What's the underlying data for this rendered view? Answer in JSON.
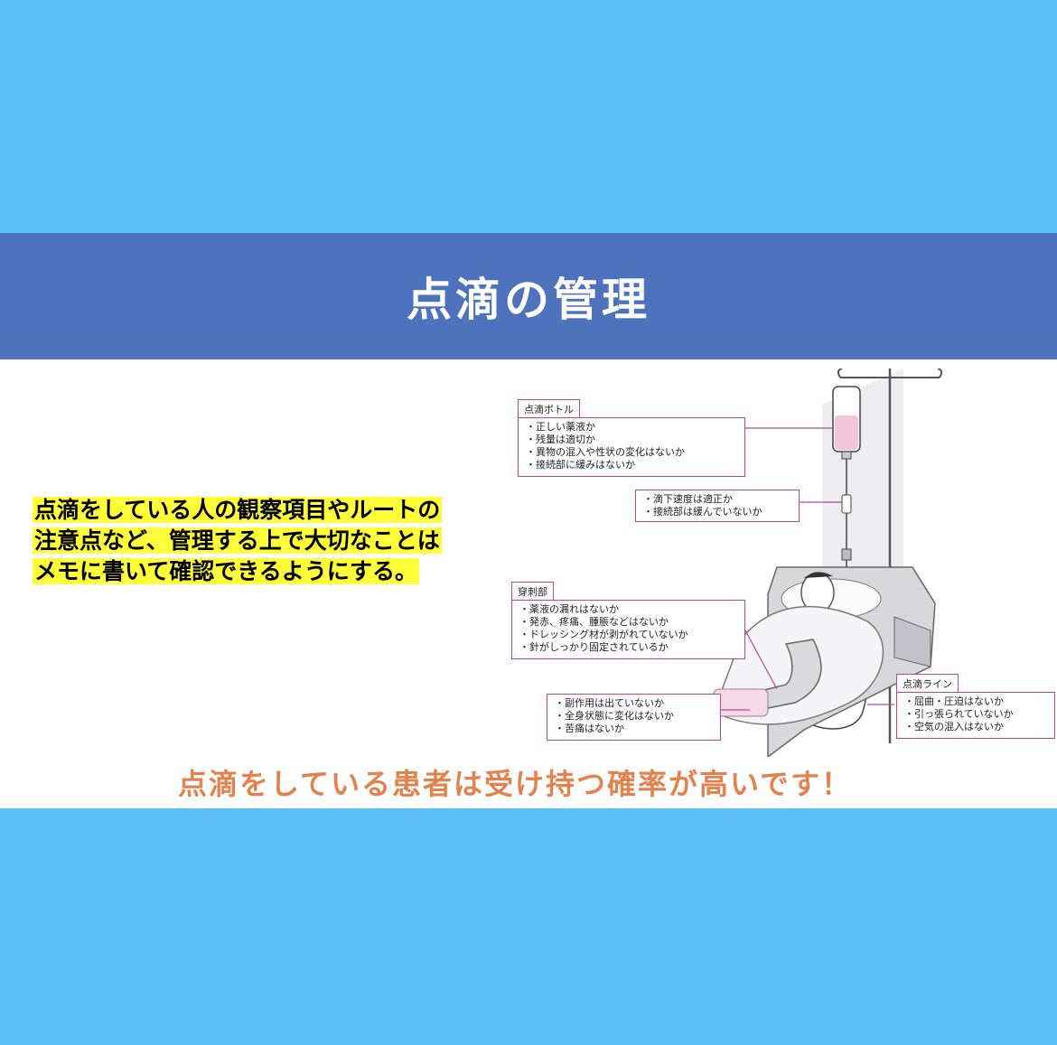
{
  "header": {
    "title": "点滴の管理"
  },
  "note": {
    "lines": [
      "点滴をしている人の観察項目やルートの",
      "注意点など、管理する上で大切なことは",
      "メモに書いて確認できるようにする。"
    ]
  },
  "footer": {
    "message": "点滴をしている患者は受け持つ確率が高いです！"
  },
  "diagram": {
    "bottle": {
      "label": "点滴ボトル",
      "items": [
        "・正しい薬液か",
        "・残量は適切か",
        "・異物の混入や性状の変化はないか",
        "・接続部に緩みはないか"
      ]
    },
    "drip": {
      "items": [
        "・滴下速度は適正か",
        "・接続部は緩んでいないか"
      ]
    },
    "puncture": {
      "label": "穿刺部",
      "items": [
        "・薬液の漏れはないか",
        "・発赤、疼痛、腫脹などはないか",
        "・ドレッシング材が剥がれていないか",
        "・針がしっかり固定されているか"
      ]
    },
    "patient": {
      "items": [
        "・副作用は出ていないか",
        "・全身状態に変化はないか",
        "・苦痛はないか"
      ]
    },
    "line": {
      "label": "点滴ライン",
      "items": [
        "・屈曲・圧迫はないか",
        "・引っ張られていないか",
        "・空気の混入はないか"
      ]
    }
  },
  "colors": {
    "background": "#5bbff6",
    "header": "#4f72bd",
    "highlight": "#ffff3a",
    "footer_text": "#e2834f",
    "callout_border": "#b04a9a"
  }
}
